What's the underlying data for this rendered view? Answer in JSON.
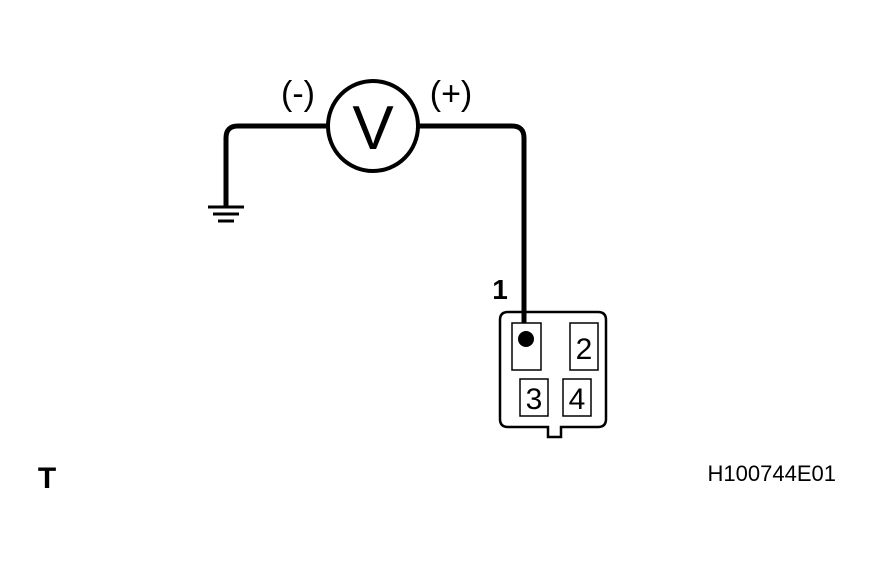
{
  "meter": {
    "symbol": "V",
    "negative_label": "(-)",
    "positive_label": "(+)"
  },
  "connector": {
    "probe_pin_label": "1",
    "pins": [
      "2",
      "3",
      "4"
    ]
  },
  "footer": {
    "view_label": "T",
    "figure_id": "H100744E01"
  }
}
